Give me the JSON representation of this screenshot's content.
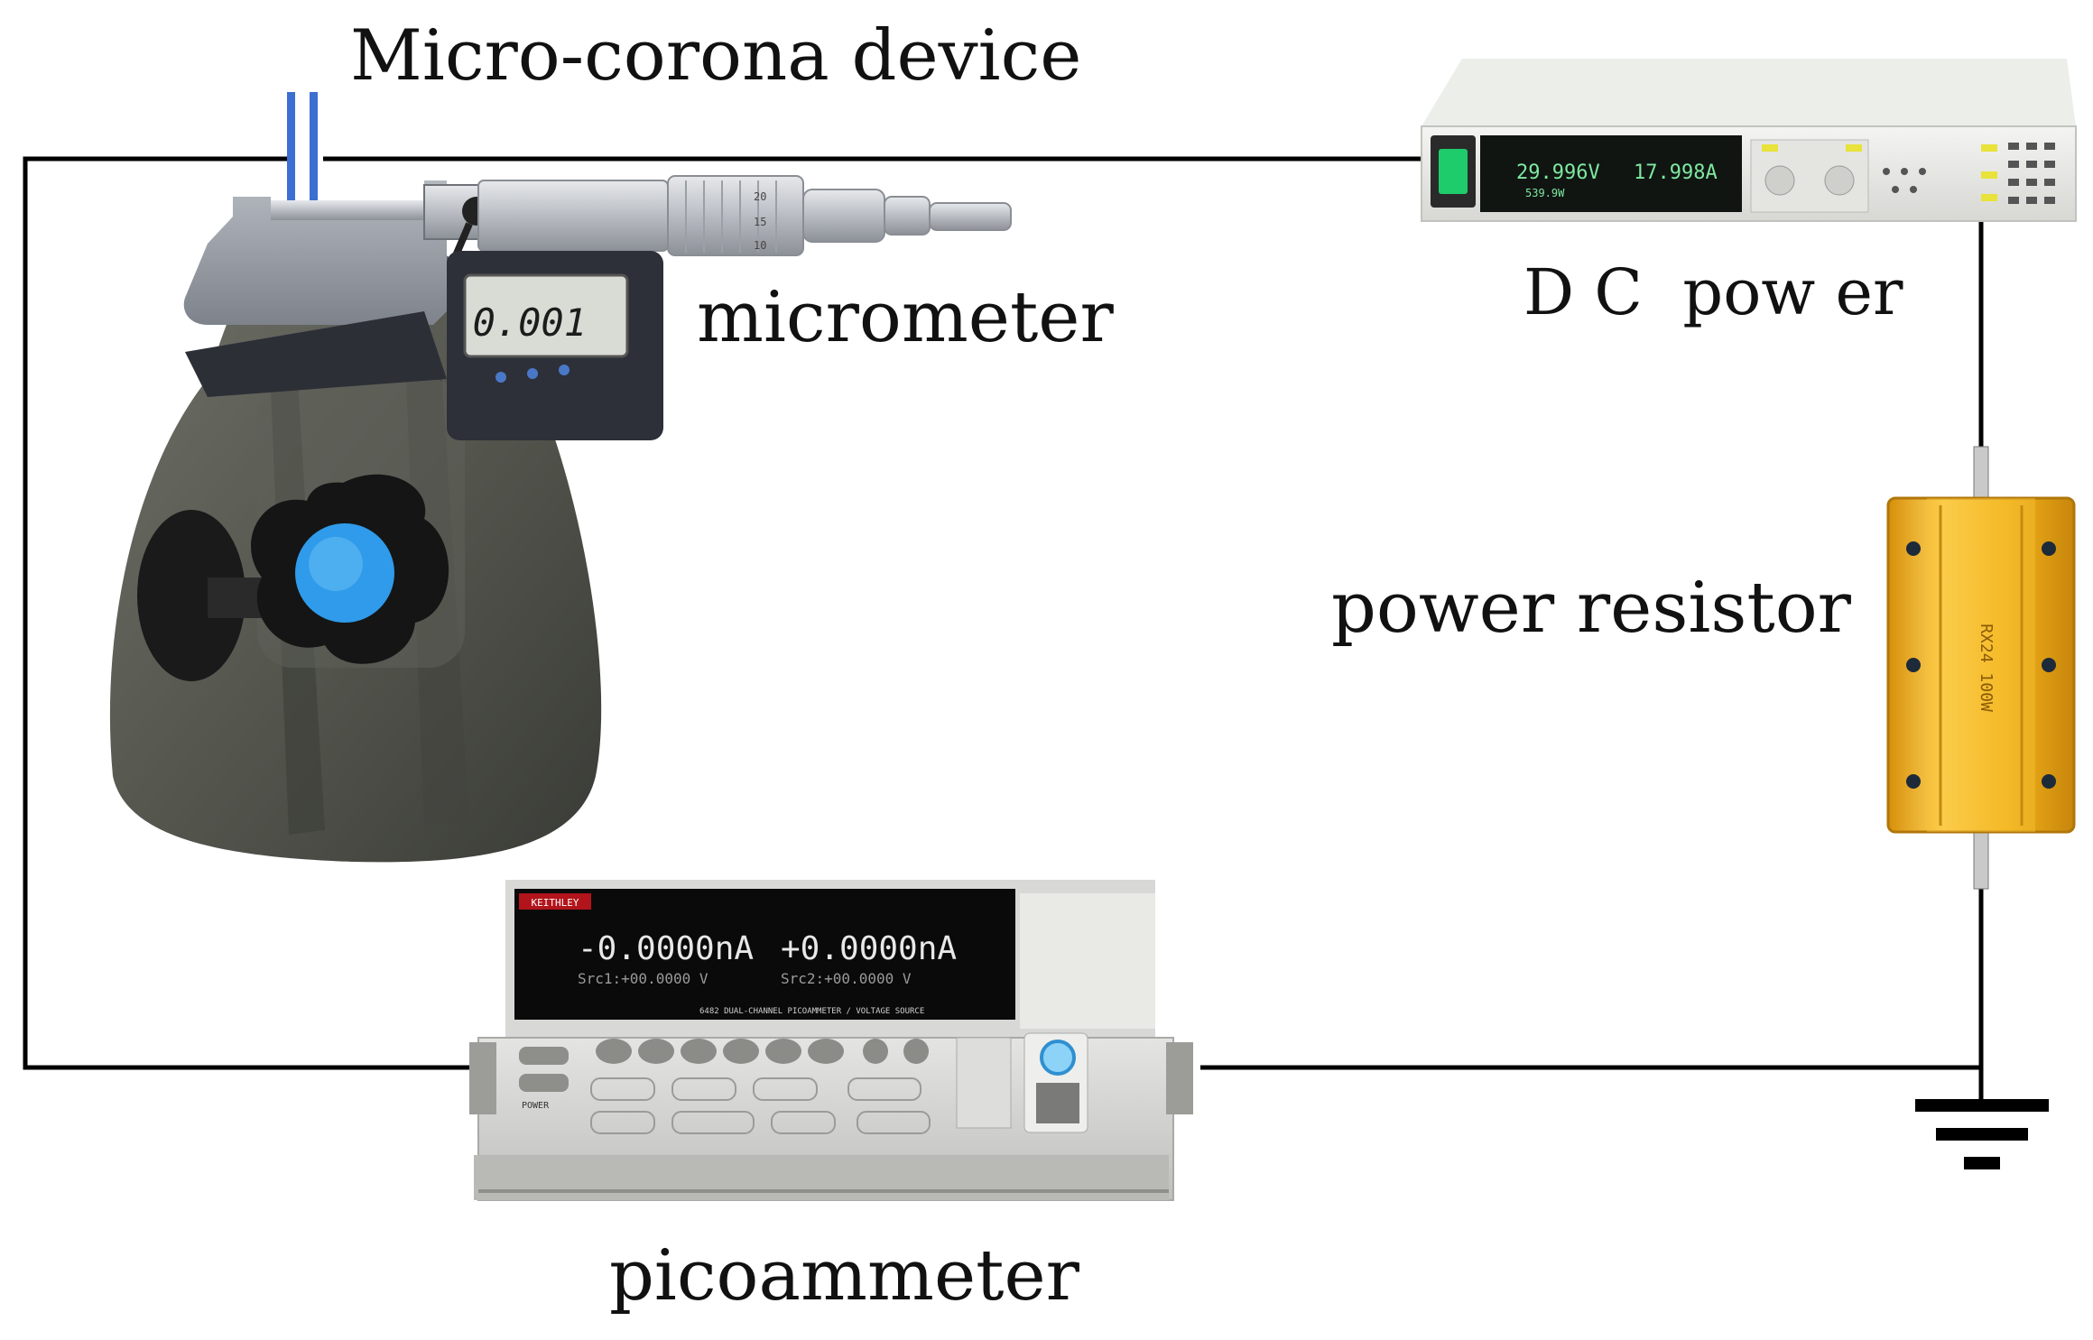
{
  "labels": {
    "micro_corona": "Micro-corona device",
    "micrometer": "micrometer",
    "dc_power": "D C  pow er",
    "power_resistor": "power resistor",
    "picoammeter": "picoammeter"
  },
  "displays": {
    "micrometer_reading": "0.001",
    "psu_voltage": "29.996V",
    "psu_current": "17.998A",
    "psu_sub": "539.9W",
    "pico_ch1_current": "-0.0000nA",
    "pico_ch2_current": "+0.0000nA",
    "pico_ch1_src": "Src1:+00.0000 V",
    "pico_ch2_src": "Src2:+00.0000 V",
    "pico_brand": "KEITHLEY",
    "pico_model": "6482  DUAL-CHANNEL PICOAMMETER / VOLTAGE SOURCE",
    "pico_power": "POWER",
    "resistor_marking": "RX24 100W"
  },
  "colors": {
    "wire": "#000000",
    "corona_plates": "#3b6fd1",
    "resistor_body": "#f2b21a",
    "psu_screen_text": "#7ee8a0",
    "pico_screen_text": "#e8e8e8",
    "micrometer_stand": "#55574f",
    "knob_cap": "#2f9bea"
  },
  "icons": [
    "ground-symbol-icon",
    "power-switch-icon"
  ]
}
